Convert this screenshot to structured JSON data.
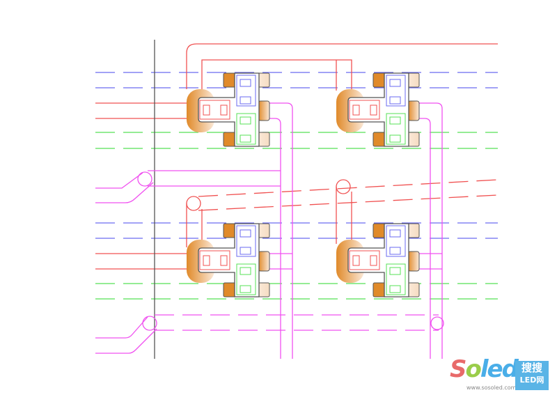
{
  "colors": {
    "blue": "#6a6af0",
    "green": "#55e055",
    "red": "#f05050",
    "magenta": "#f050f0",
    "orange": "#e08a2a",
    "frame": "#555555"
  },
  "logo": {
    "word_s": "S",
    "word_o": "o",
    "word_rest": "led",
    "cn": "搜搜",
    "sub": "LED网",
    "url": "www.sosoled.com"
  }
}
